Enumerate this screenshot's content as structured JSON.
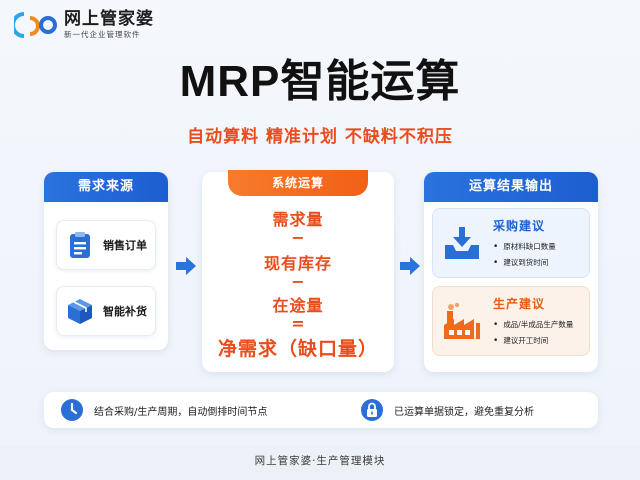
{
  "brand": {
    "name": "网上管家婆",
    "slogan": "新一代企业管理软件"
  },
  "title": "MRP智能运算",
  "subtitle": "自动算料  精准计划  不缺料不积压",
  "demand_panel": {
    "header": "需求来源",
    "items": [
      {
        "label": "销售订单",
        "icon": "clipboard-icon"
      },
      {
        "label": "智能补货",
        "icon": "box-icon"
      }
    ]
  },
  "calc_panel": {
    "header": "系统运算",
    "terms": [
      "需求量",
      "现有库存",
      "在途量"
    ],
    "operators": [
      "−",
      "−",
      "="
    ],
    "result": "净需求（缺口量）"
  },
  "output_panel": {
    "header": "运算结果输出",
    "purchase": {
      "title": "采购建议",
      "icon": "download-tray-icon",
      "bullets": [
        "原材料缺口数量",
        "建议到货时间"
      ]
    },
    "production": {
      "title": "生产建议",
      "icon": "factory-icon",
      "bullets": [
        "成品/半成品生产数量",
        "建议开工时间"
      ]
    }
  },
  "notes": [
    {
      "text": "结合采购/生产周期，自动倒排时间节点",
      "icon": "clock-icon"
    },
    {
      "text": "已运算单据锁定，避免重复分析",
      "icon": "lock-icon"
    }
  ],
  "footer": "网上管家婆·生产管理模块",
  "colors": {
    "blue": "#1e62d2",
    "orange": "#ea4c1c",
    "background": "#f1f5fb"
  }
}
